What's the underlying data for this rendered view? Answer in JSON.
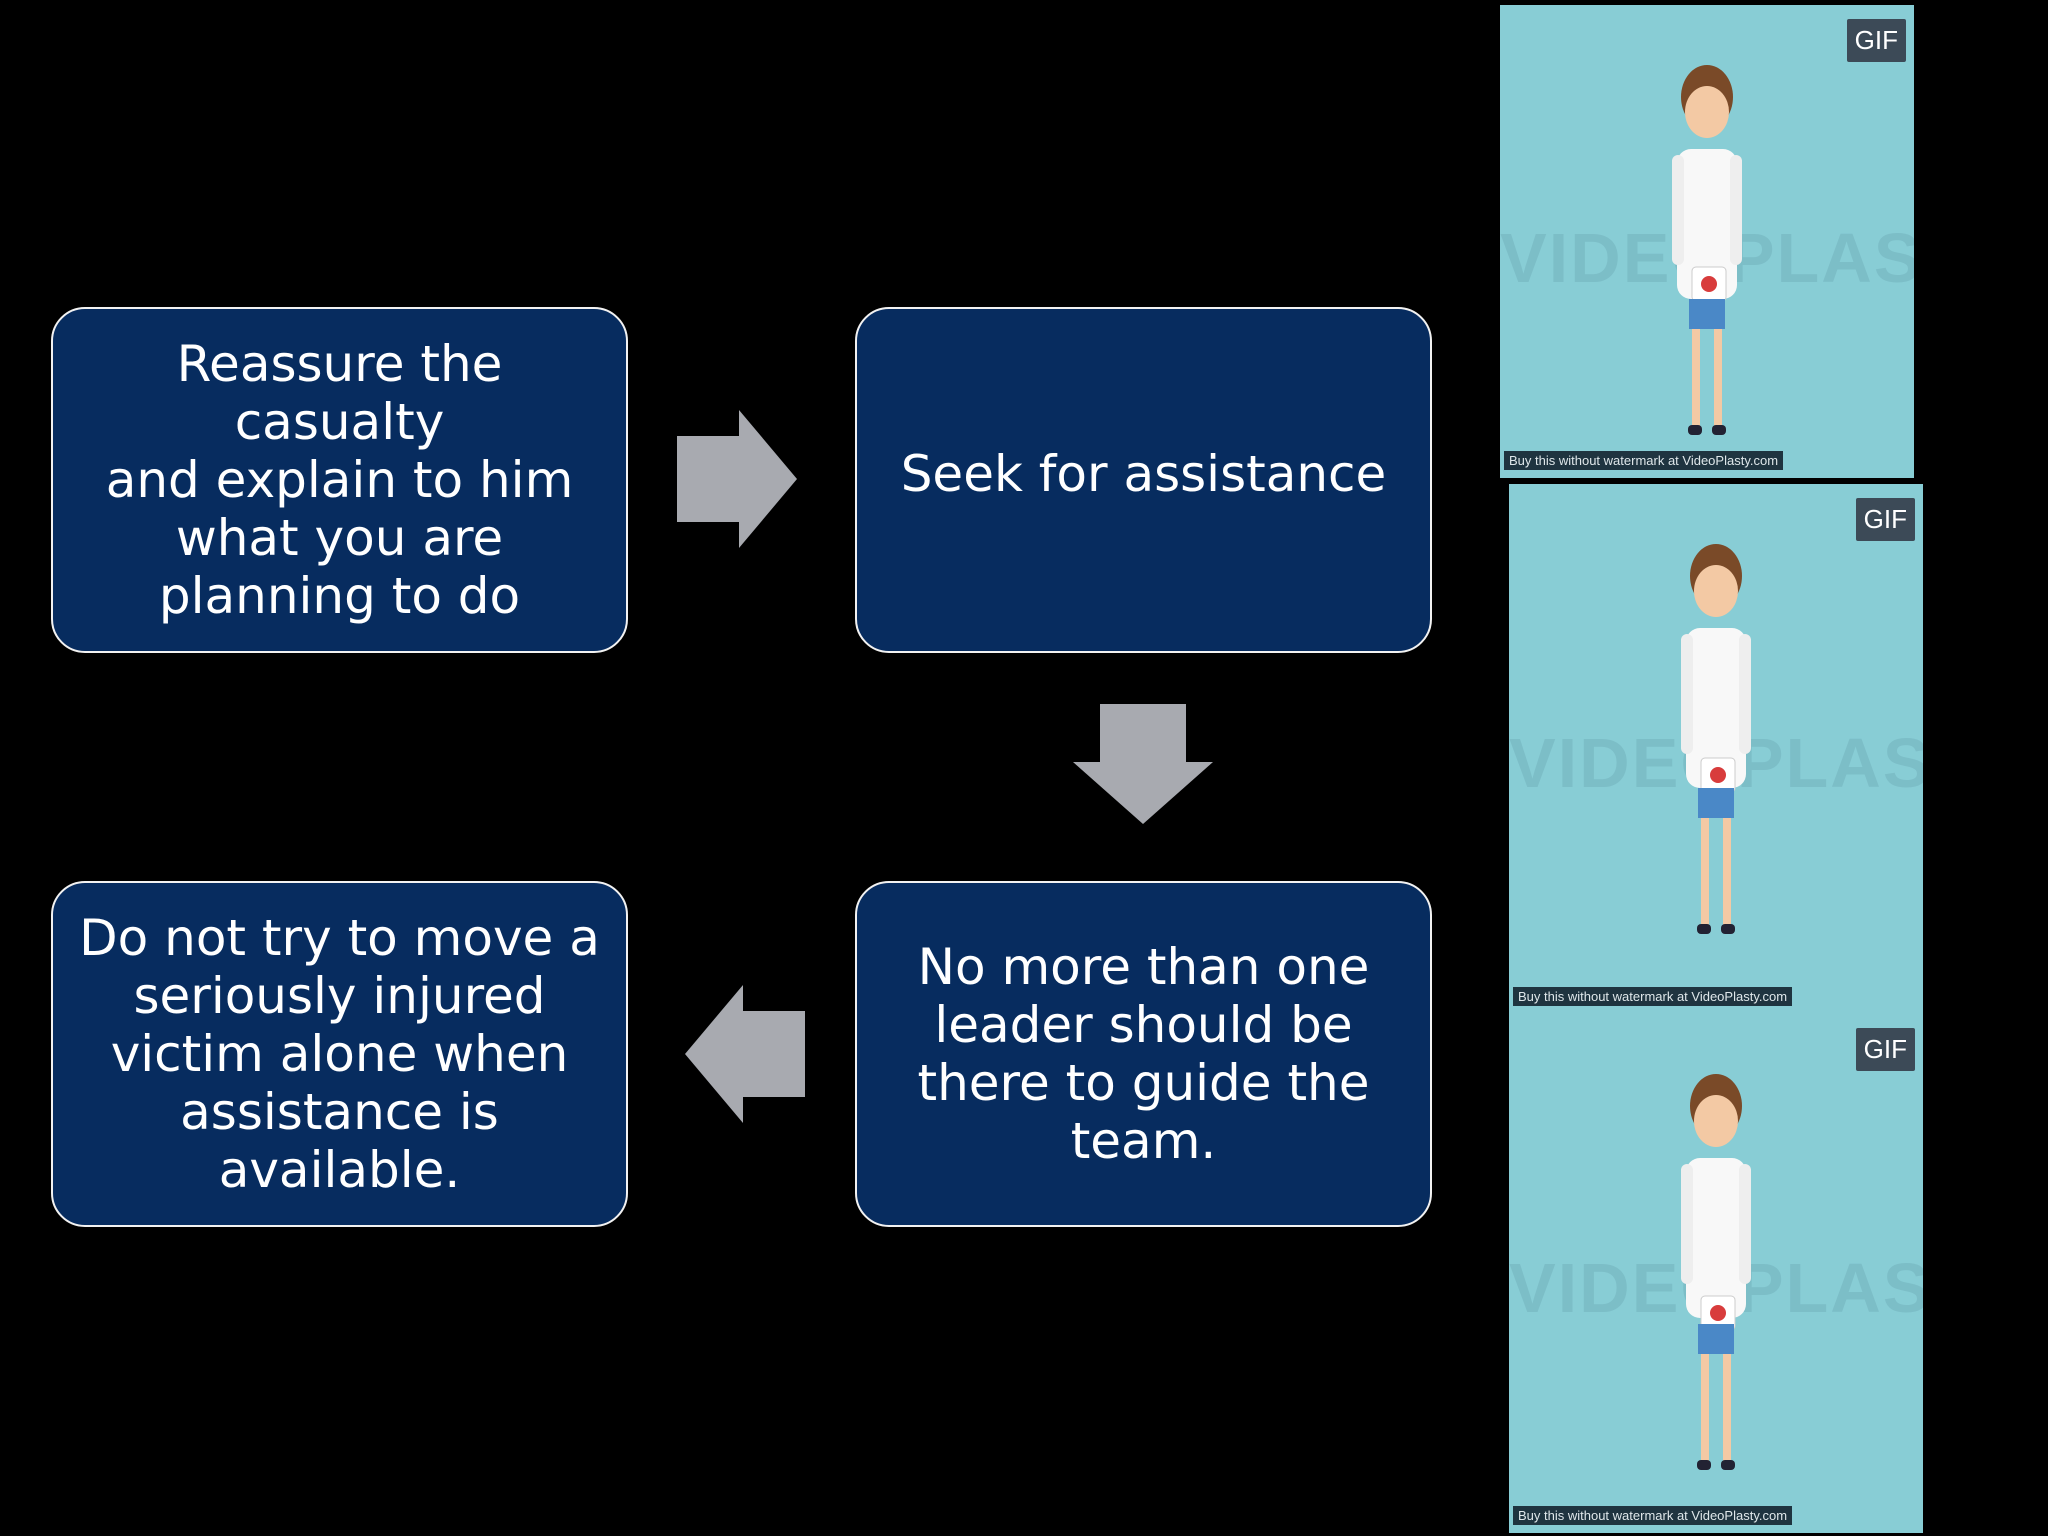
{
  "flow": {
    "boxes": [
      {
        "text": "Reassure the casualty\nand explain to  him\nwhat you are\nplanning to do"
      },
      {
        "text": "Seek for assistance"
      },
      {
        "text": "No more than one\nleader should be\nthere to guide the\nteam."
      },
      {
        "text": "Do not try to move a\nseriously injured\nvictim alone when\nassistance is\navailable."
      }
    ]
  },
  "gifs": [
    {
      "badge": "GIF",
      "watermark": "VIDEOPLASTY",
      "note": "Buy this without watermark at VideoPlasty.com"
    },
    {
      "badge": "GIF",
      "watermark": "VIDEOPLASTY",
      "note": "Buy this without watermark at VideoPlasty.com"
    },
    {
      "badge": "GIF",
      "watermark": "VIDEOPLASTY",
      "note": "Buy this without watermark at VideoPlasty.com"
    }
  ],
  "colors": {
    "box_fill": "#072c5f",
    "box_border": "#f2f2f2",
    "arrow": "#a8aab0",
    "gif_bg": "#88cdd5"
  }
}
